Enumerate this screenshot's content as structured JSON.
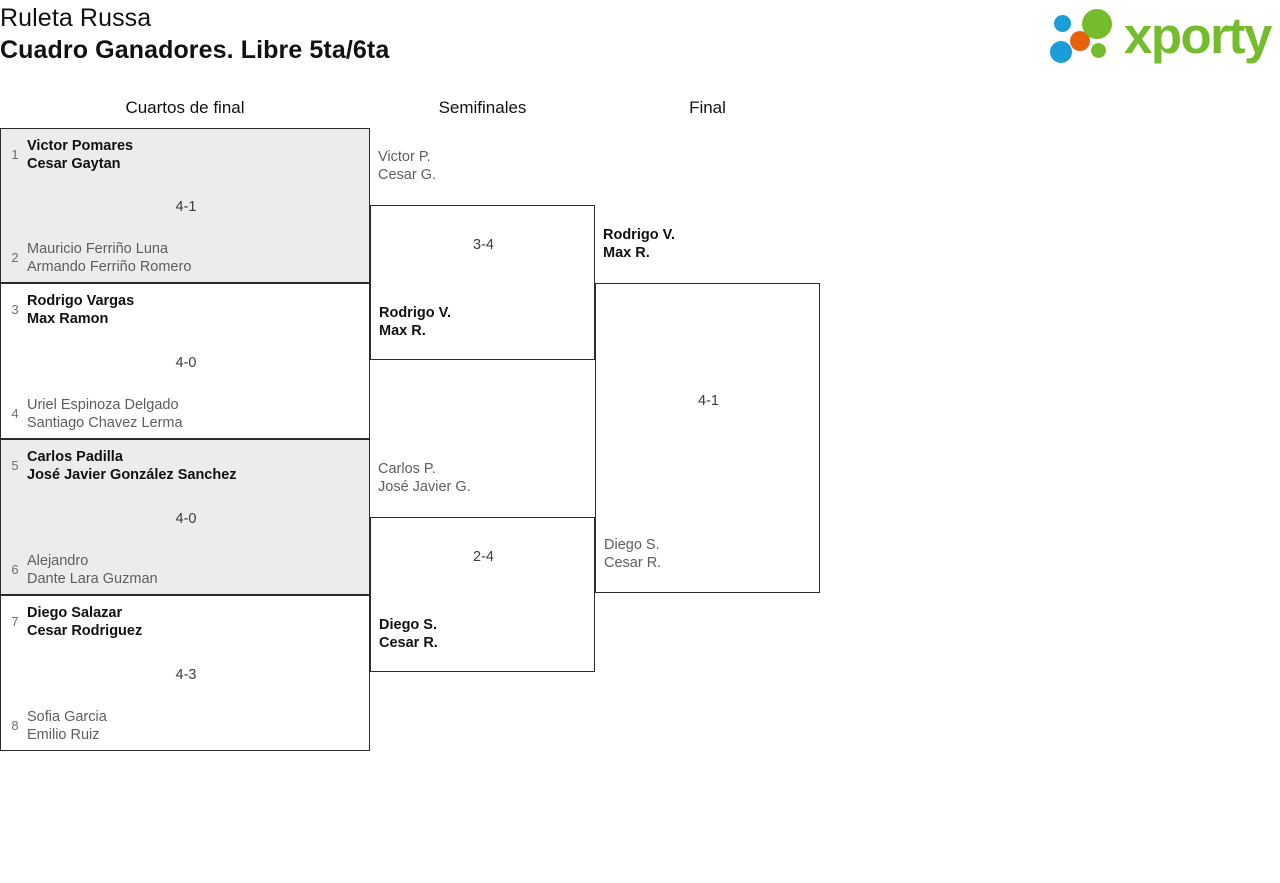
{
  "header": {
    "title_line1": "Ruleta Russa",
    "title_line2": "Cuadro Ganadores. Libre 5ta/6ta",
    "logo_word": "xporty",
    "logo_colors": {
      "green": "#74bc2c",
      "blue": "#1b9dd9",
      "orange": "#e8620c"
    }
  },
  "rounds": [
    {
      "label": "Cuartos de final"
    },
    {
      "label": "Semifinales"
    },
    {
      "label": "Final"
    }
  ],
  "colors": {
    "shaded_row": "#ececec",
    "border": "#2b2b2b",
    "winner_text": "#111111",
    "loser_text": "#5e5e5e",
    "seed_text": "#6e6e6e"
  },
  "quarterfinals": [
    {
      "score": "4-1",
      "top": {
        "seed": "1",
        "player1": "Victor Pomares",
        "player2": "Cesar Gaytan",
        "result": "winner"
      },
      "bottom": {
        "seed": "2",
        "player1": "Mauricio Ferriño Luna",
        "player2": "Armando Ferriño Romero",
        "result": "loser"
      }
    },
    {
      "score": "4-0",
      "top": {
        "seed": "3",
        "player1": "Rodrigo Vargas",
        "player2": "Max Ramon",
        "result": "winner"
      },
      "bottom": {
        "seed": "4",
        "player1": "Uriel Espinoza Delgado",
        "player2": "Santiago Chavez Lerma",
        "result": "loser"
      }
    },
    {
      "score": "4-0",
      "top": {
        "seed": "5",
        "player1": "Carlos Padilla",
        "player2": "José Javier González Sanchez",
        "result": "winner"
      },
      "bottom": {
        "seed": "6",
        "player1": "Alejandro",
        "player2": "Dante Lara Guzman",
        "result": "loser"
      }
    },
    {
      "score": "4-3",
      "top": {
        "seed": "7",
        "player1": "Diego Salazar",
        "player2": "Cesar Rodriguez",
        "result": "winner"
      },
      "bottom": {
        "seed": "8",
        "player1": "Sofia Garcia",
        "player2": "Emilio Ruiz",
        "result": "loser"
      }
    }
  ],
  "semifinals": [
    {
      "score": "3-4",
      "top": {
        "player1": "Victor P.",
        "player2": "Cesar G.",
        "result": "loser"
      },
      "bottom": {
        "player1": "Rodrigo V.",
        "player2": "Max R.",
        "result": "winner"
      }
    },
    {
      "score": "2-4",
      "top": {
        "player1": "Carlos P.",
        "player2": "José Javier G.",
        "result": "loser"
      },
      "bottom": {
        "player1": "Diego S.",
        "player2": "Cesar R.",
        "result": "winner"
      }
    }
  ],
  "final": {
    "score": "4-1",
    "top": {
      "player1": "Rodrigo V.",
      "player2": "Max R.",
      "result": "winner"
    },
    "bottom": {
      "player1": "Diego S.",
      "player2": "Cesar R.",
      "result": "loser"
    }
  }
}
